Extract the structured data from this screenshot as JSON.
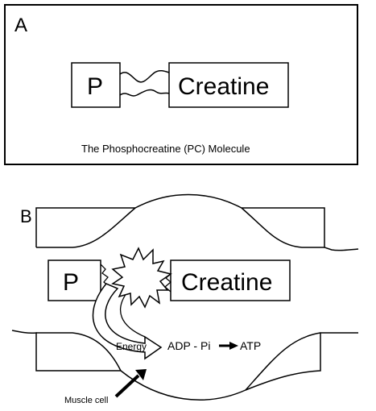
{
  "panel_a": {
    "letter": "A",
    "p_label": "P",
    "creatine_label": "Creatine",
    "caption": "The Phosphocreatine (PC) Molecule"
  },
  "panel_b": {
    "letter": "B",
    "p_label": "P",
    "creatine_label": "Creatine",
    "energy_label": "Energy",
    "adp_pi_label": "ADP - Pi",
    "atp_label": "ATP",
    "muscle_cell_label": "Muscle cell"
  }
}
